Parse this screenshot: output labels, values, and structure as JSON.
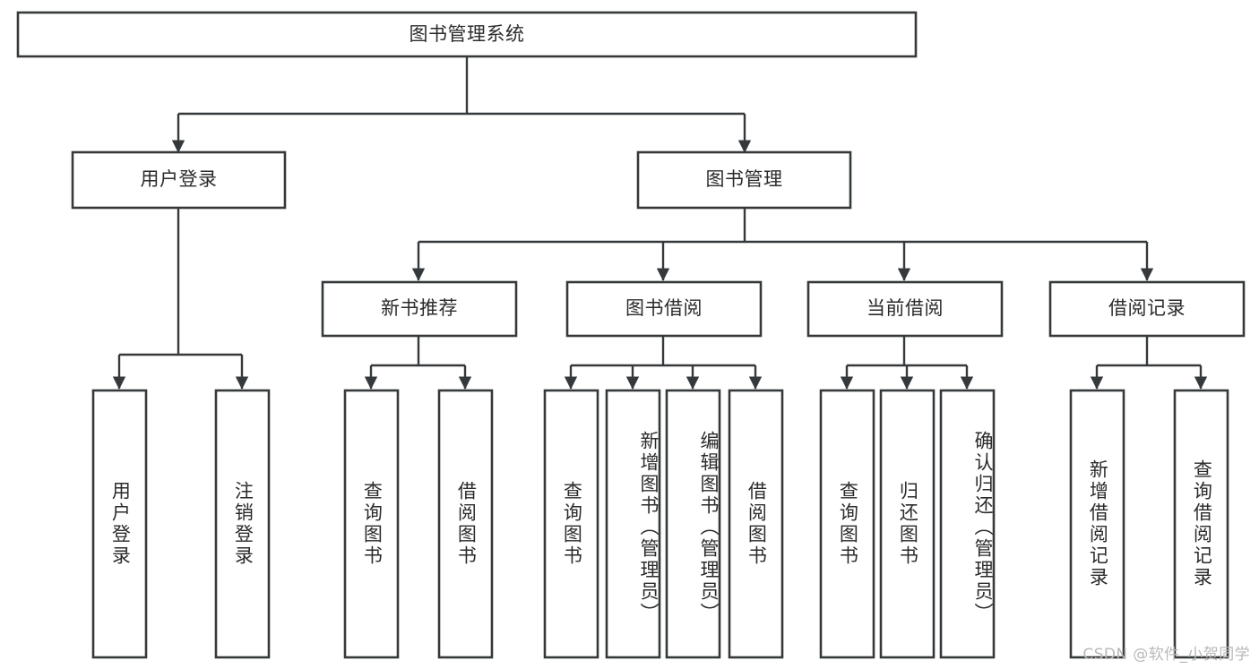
{
  "diagram": {
    "type": "tree-hierarchy",
    "title": "图书管理系统",
    "orientation": "top-down",
    "colors": {
      "stroke": "#36393b",
      "box_fill": "#ffffff",
      "text": "#2b2b2b",
      "background": "#ffffff",
      "watermark": "#b9b9b9"
    },
    "root": {
      "id": "root",
      "label": "图书管理系统",
      "text_direction": "horizontal"
    },
    "level1": [
      {
        "id": "user-login",
        "label": "用户登录",
        "text_direction": "horizontal"
      },
      {
        "id": "book-manage",
        "label": "图书管理",
        "text_direction": "horizontal"
      }
    ],
    "level2": [
      {
        "id": "new-book-recommend",
        "label": "新书推荐",
        "parent": "book-manage",
        "text_direction": "horizontal"
      },
      {
        "id": "book-borrow",
        "label": "图书借阅",
        "parent": "book-manage",
        "text_direction": "horizontal"
      },
      {
        "id": "current-borrow",
        "label": "当前借阅",
        "parent": "book-manage",
        "text_direction": "horizontal"
      },
      {
        "id": "borrow-record",
        "label": "借阅记录",
        "parent": "book-manage",
        "text_direction": "horizontal"
      }
    ],
    "leaves": [
      {
        "id": "leaf-user-login",
        "label": "用户登录",
        "parent": "user-login",
        "text_direction": "vertical"
      },
      {
        "id": "leaf-logout-login",
        "label": "注销登录",
        "parent": "user-login",
        "text_direction": "vertical"
      },
      {
        "id": "leaf-query-book-1",
        "label": "查询图书",
        "parent": "new-book-recommend",
        "text_direction": "vertical"
      },
      {
        "id": "leaf-borrow-book-1",
        "label": "借阅图书",
        "parent": "new-book-recommend",
        "text_direction": "vertical"
      },
      {
        "id": "leaf-query-book-2",
        "label": "查询图书",
        "parent": "book-borrow",
        "text_direction": "vertical"
      },
      {
        "id": "leaf-add-book",
        "label": "新增图书（管理员）",
        "parent": "book-borrow",
        "text_direction": "vertical"
      },
      {
        "id": "leaf-edit-book",
        "label": "编辑图书（管理员）",
        "parent": "book-borrow",
        "text_direction": "vertical"
      },
      {
        "id": "leaf-borrow-book-2",
        "label": "借阅图书",
        "parent": "book-borrow",
        "text_direction": "vertical"
      },
      {
        "id": "leaf-query-book-3",
        "label": "查询图书",
        "parent": "current-borrow",
        "text_direction": "vertical"
      },
      {
        "id": "leaf-return-book",
        "label": "归还图书",
        "parent": "current-borrow",
        "text_direction": "vertical"
      },
      {
        "id": "leaf-confirm-return",
        "label": "确认归还（管理员）",
        "parent": "current-borrow",
        "text_direction": "vertical"
      },
      {
        "id": "leaf-add-record",
        "label": "新增借阅记录",
        "parent": "borrow-record",
        "text_direction": "vertical"
      },
      {
        "id": "leaf-query-record",
        "label": "查询借阅记录",
        "parent": "borrow-record",
        "text_direction": "vertical"
      }
    ]
  },
  "watermark": {
    "text": "CSDN @软件_小贺同学"
  }
}
